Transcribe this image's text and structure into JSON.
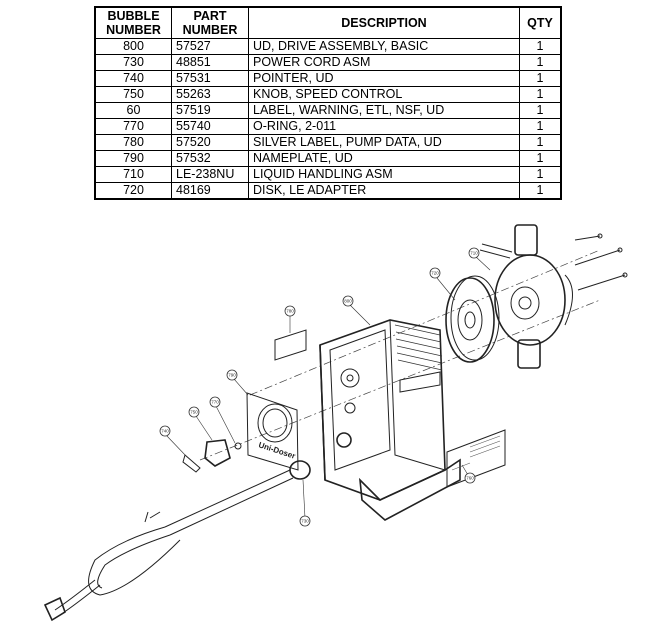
{
  "table": {
    "headers": {
      "bubble": "BUBBLE NUMBER",
      "bubble_l1": "BUBBLE",
      "bubble_l2": "NUMBER",
      "part_l1": "PART",
      "part_l2": "NUMBER",
      "description": "DESCRIPTION",
      "qty": "QTY"
    },
    "rows": [
      {
        "bubble": "800",
        "part": "57527",
        "description": "UD, DRIVE ASSEMBLY, BASIC",
        "qty": "1"
      },
      {
        "bubble": "730",
        "part": "48851",
        "description": "POWER CORD ASM",
        "qty": "1"
      },
      {
        "bubble": "740",
        "part": "57531",
        "description": "POINTER, UD",
        "qty": "1"
      },
      {
        "bubble": "750",
        "part": "55263",
        "description": "KNOB, SPEED CONTROL",
        "qty": "1"
      },
      {
        "bubble": "60",
        "part": "57519",
        "description": "LABEL, WARNING, ETL, NSF, UD",
        "qty": "1"
      },
      {
        "bubble": "770",
        "part": "55740",
        "description": "O-RING, 2-011",
        "qty": "1"
      },
      {
        "bubble": "780",
        "part": "57520",
        "description": "SILVER LABEL, PUMP DATA, UD",
        "qty": "1"
      },
      {
        "bubble": "790",
        "part": "57532",
        "description": "NAMEPLATE, UD",
        "qty": "1"
      },
      {
        "bubble": "710",
        "part": "LE-238NU",
        "description": "LIQUID HANDLING ASM",
        "qty": "1"
      },
      {
        "bubble": "720",
        "part": "48169",
        "description": "DISK, LE ADAPTER",
        "qty": "1"
      }
    ]
  },
  "diagram": {
    "callouts": {
      "c710": "710",
      "c720": "720",
      "c800": "800",
      "c780": "780",
      "c790": "790",
      "c770": "770",
      "c750": "750",
      "c740": "740",
      "c730": "730",
      "c760": "760"
    },
    "logo_text": "Uni-Doser"
  }
}
